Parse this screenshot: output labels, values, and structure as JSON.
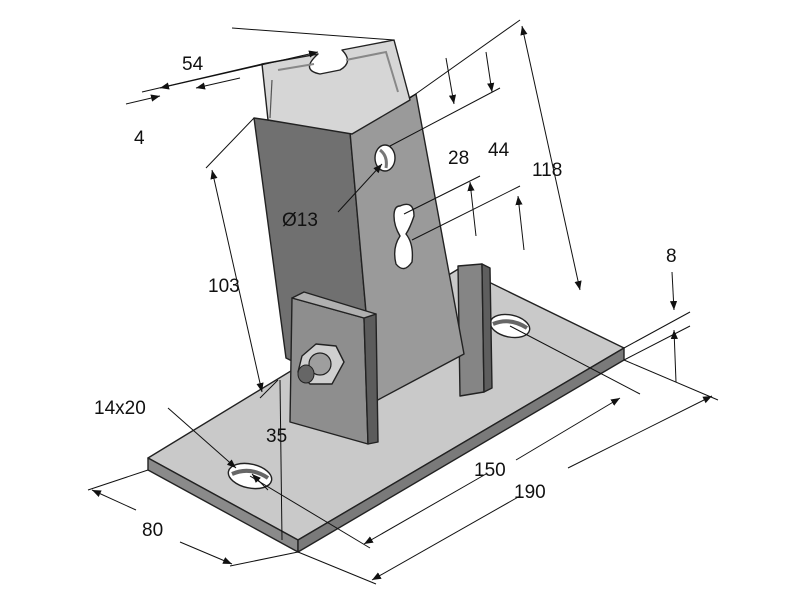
{
  "colors": {
    "plate_top": "#c9c9c9",
    "plate_side": "#8a8a8a",
    "metal_dark": "#707070",
    "metal_mid": "#9a9a9a",
    "channel_light": "#d6d6d6",
    "line": "#111111"
  },
  "dimensions": {
    "width_54": "54",
    "wall_4": "4",
    "hole_dist_28": "28",
    "hole_dist_44": "44",
    "height_118": "118",
    "height_103": "103",
    "hole_diameter": "Ø13",
    "plate_thickness": "8",
    "slot_size": "14x20",
    "offset_35": "35",
    "length_150": "150",
    "length_190": "190",
    "depth_80": "80"
  }
}
